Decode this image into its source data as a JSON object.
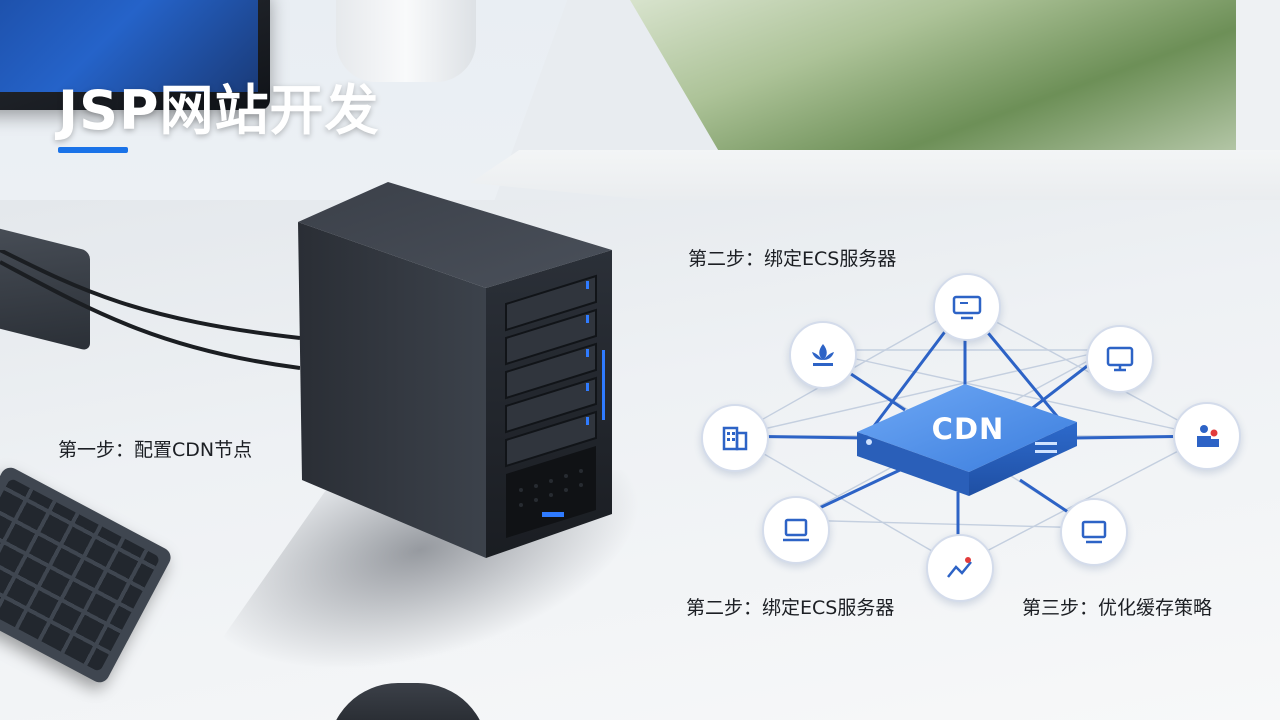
{
  "slide": {
    "title": "JSP网站开发",
    "steps": {
      "step1": "第一步：配置CDN节点",
      "step2_top": "第二步：绑定ECS服务器",
      "step2_bottom": "第二步：绑定ECS服务器",
      "step3": "第三步：优化缓存策略"
    },
    "diagram": {
      "center_label": "CDN",
      "node_icons": [
        "lotus-icon",
        "monitor-icon",
        "desktop-icon",
        "building-icon",
        "users-icon",
        "laptop-icon",
        "chart-icon",
        "screen-icon"
      ]
    }
  },
  "colors": {
    "accent": "#1a73e8",
    "cdn_box": "#3b7ddd",
    "title_text": "#ffffff",
    "body_text": "#1c1f24"
  }
}
